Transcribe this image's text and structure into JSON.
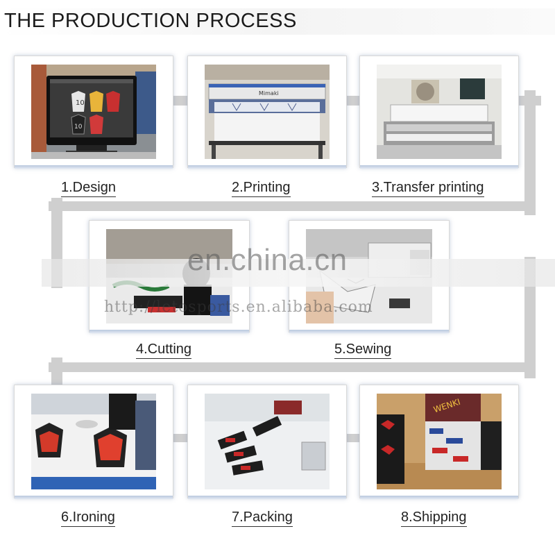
{
  "title": "THE PRODUCTION PROCESS",
  "watermarks": {
    "site": "en.china.cn",
    "url": "http://letosports.en.alibaba.com"
  },
  "steps": [
    {
      "caption": "1.Design"
    },
    {
      "caption": "2.Printing"
    },
    {
      "caption": "3.Transfer printing"
    },
    {
      "caption": "4.Cutting"
    },
    {
      "caption": "5.Sewing"
    },
    {
      "caption": "6.Ironing"
    },
    {
      "caption": "7.Packing"
    },
    {
      "caption": "8.Shipping"
    }
  ],
  "photo_texts": {
    "printer_brand": "Mimaki",
    "shipping_box": "WENKI"
  }
}
